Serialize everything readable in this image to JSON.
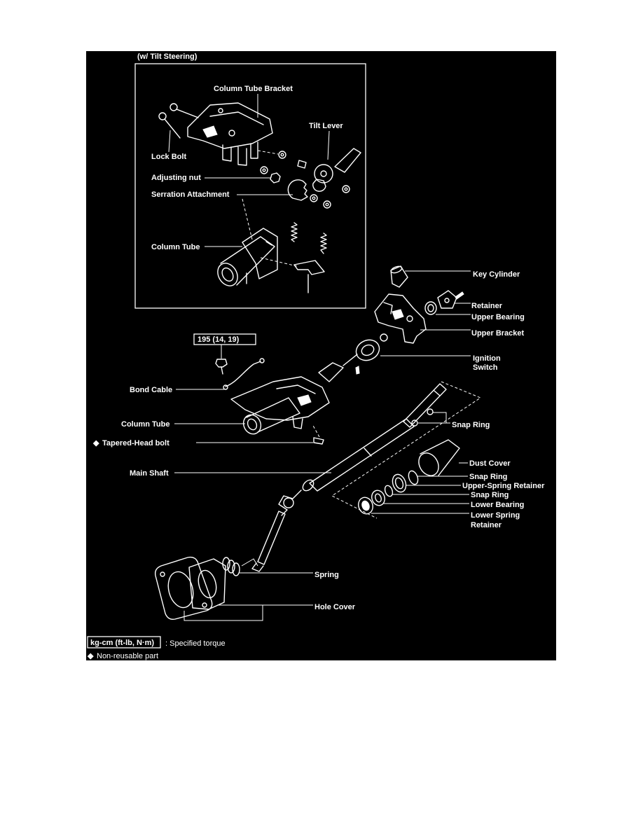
{
  "title": "(w/ Tilt Steering)",
  "inset_labels": {
    "column_tube_bracket": "Column Tube Bracket",
    "tilt_lever": "Tilt Lever",
    "lock_bolt": "Lock Bolt",
    "adjusting_nut": "Adjusting nut",
    "serration_attachment": "Serration Attachment",
    "column_tube": "Column Tube"
  },
  "labels": {
    "key_cylinder": "Key Cylinder",
    "retainer": "Retainer",
    "upper_bearing": "Upper Bearing",
    "upper_bracket": "Upper Bracket",
    "ignition_switch": [
      "Ignition",
      "Switch"
    ],
    "torque_value": "195 (14, 19)",
    "bond_cable": "Bond Cable",
    "column_tube": "Column Tube",
    "tapered_head_bolt": "Tapered-Head bolt",
    "snap_ring_upper": "Snap Ring",
    "main_shaft": "Main Shaft",
    "dust_cover": "Dust Cover",
    "snap_ring_1": "Snap Ring",
    "upper_spring_retainer": "Upper-Spring Retainer",
    "snap_ring_2": "Snap Ring",
    "lower_bearing": "Lower Bearing",
    "lower_spring_retainer": [
      "Lower Spring",
      "Retainer"
    ],
    "spring": "Spring",
    "hole_cover": "Hole Cover"
  },
  "legend": {
    "torque_unit": "kg-cm (ft-lb, N·m)",
    "torque_desc": ": Specified torque",
    "nonreusable_symbol": "◆",
    "nonreusable_desc": "Non-reusable part"
  },
  "colors": {
    "page": "#ffffff",
    "background": "#000000",
    "ink": "#ffffff"
  }
}
